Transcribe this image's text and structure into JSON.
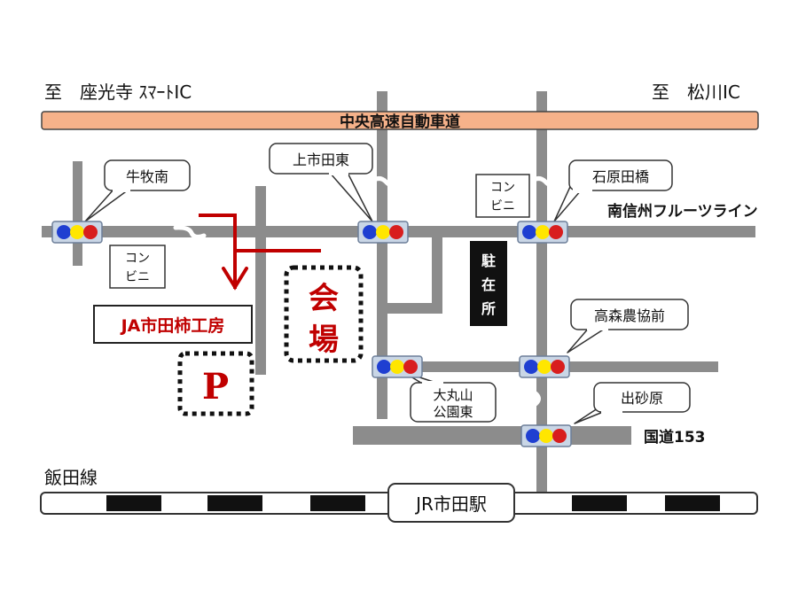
{
  "destinations": {
    "left": "至　座光寺 ｽﾏｰﾄIC",
    "right": "至　松川IC"
  },
  "roads": {
    "expressway": "中央高速自動車道",
    "fruit_line": "南信州フルーツライン",
    "national_route": "国道153"
  },
  "railway": {
    "line": "飯田線",
    "station": "JR市田駅"
  },
  "callouts": {
    "ushimakiminami": "牛牧南",
    "kamiichidahigashi": "上市田東",
    "ishiharadabashi": "石原田橋",
    "takamorinokyomae": "高森農協前",
    "omaruyama_line1": "大丸山",
    "omaruyama_line2": "公園東",
    "desunahara": "出砂原"
  },
  "convenience_stores": {
    "left_line1": "コン",
    "left_line2": "ビニ",
    "right_line1": "コン",
    "right_line2": "ビニ"
  },
  "landmarks": {
    "ja_kobo": "JA市田柿工房",
    "parking": "P",
    "venue_line1": "会",
    "venue_line2": "場",
    "police_box": [
      "駐",
      "在",
      "所"
    ]
  },
  "colors": {
    "expressway_fill": "#f6b28a",
    "road": "#8c8c8c",
    "accent_red": "#c00000",
    "signal_blue": "#1f3fd1",
    "signal_yellow": "#ffe600",
    "signal_red": "#d81e1e"
  }
}
